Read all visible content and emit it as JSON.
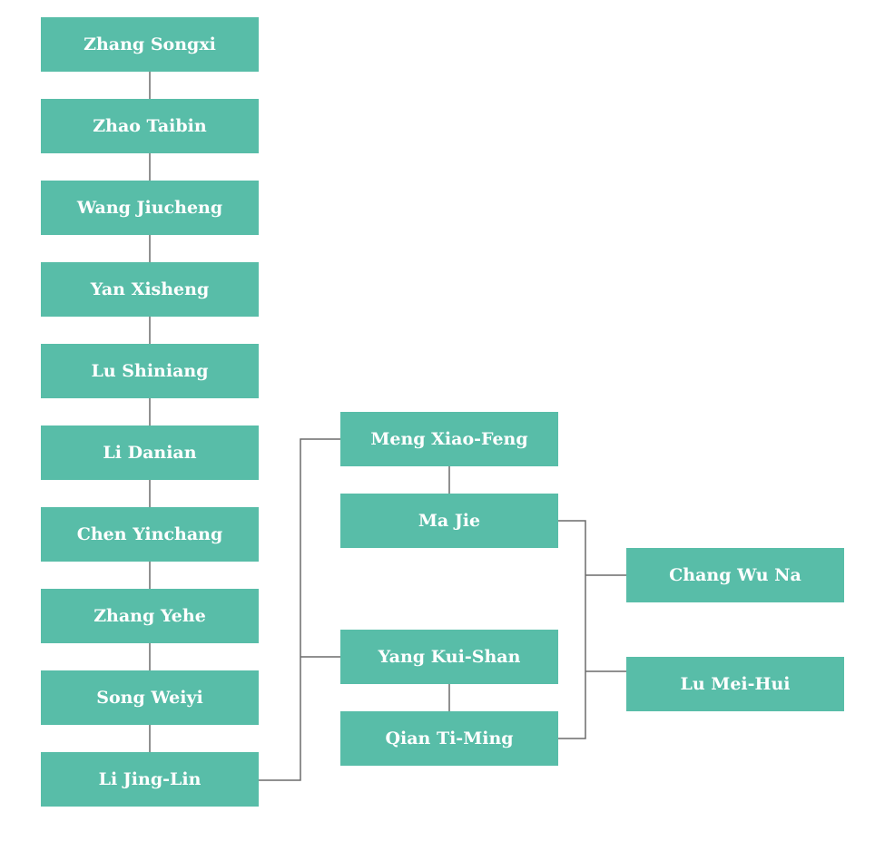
{
  "colors": {
    "node_fill": "#58bda8",
    "node_text": "#ffffff",
    "connector": "#6b6b6b",
    "background": "#ffffff"
  },
  "nodes": {
    "zhang_songxi": "Zhang Songxi",
    "zhao_taibin": "Zhao Taibin",
    "wang_jiucheng": "Wang Jiucheng",
    "yan_xisheng": "Yan Xisheng",
    "lu_shiniang": "Lu Shiniang",
    "li_danian": "Li Danian",
    "chen_yinchang": "Chen Yinchang",
    "zhang_yehe": "Zhang Yehe",
    "song_weiyi": "Song Weiyi",
    "li_jing_lin": "Li Jing-Lin",
    "meng_xiao_feng": "Meng Xiao-Feng",
    "ma_jie": "Ma Jie",
    "yang_kui_shan": "Yang Kui-Shan",
    "qian_ti_ming": "Qian Ti-Ming",
    "chang_wu_na": "Chang Wu Na",
    "lu_mei_hui": "Lu Mei-Hui"
  }
}
